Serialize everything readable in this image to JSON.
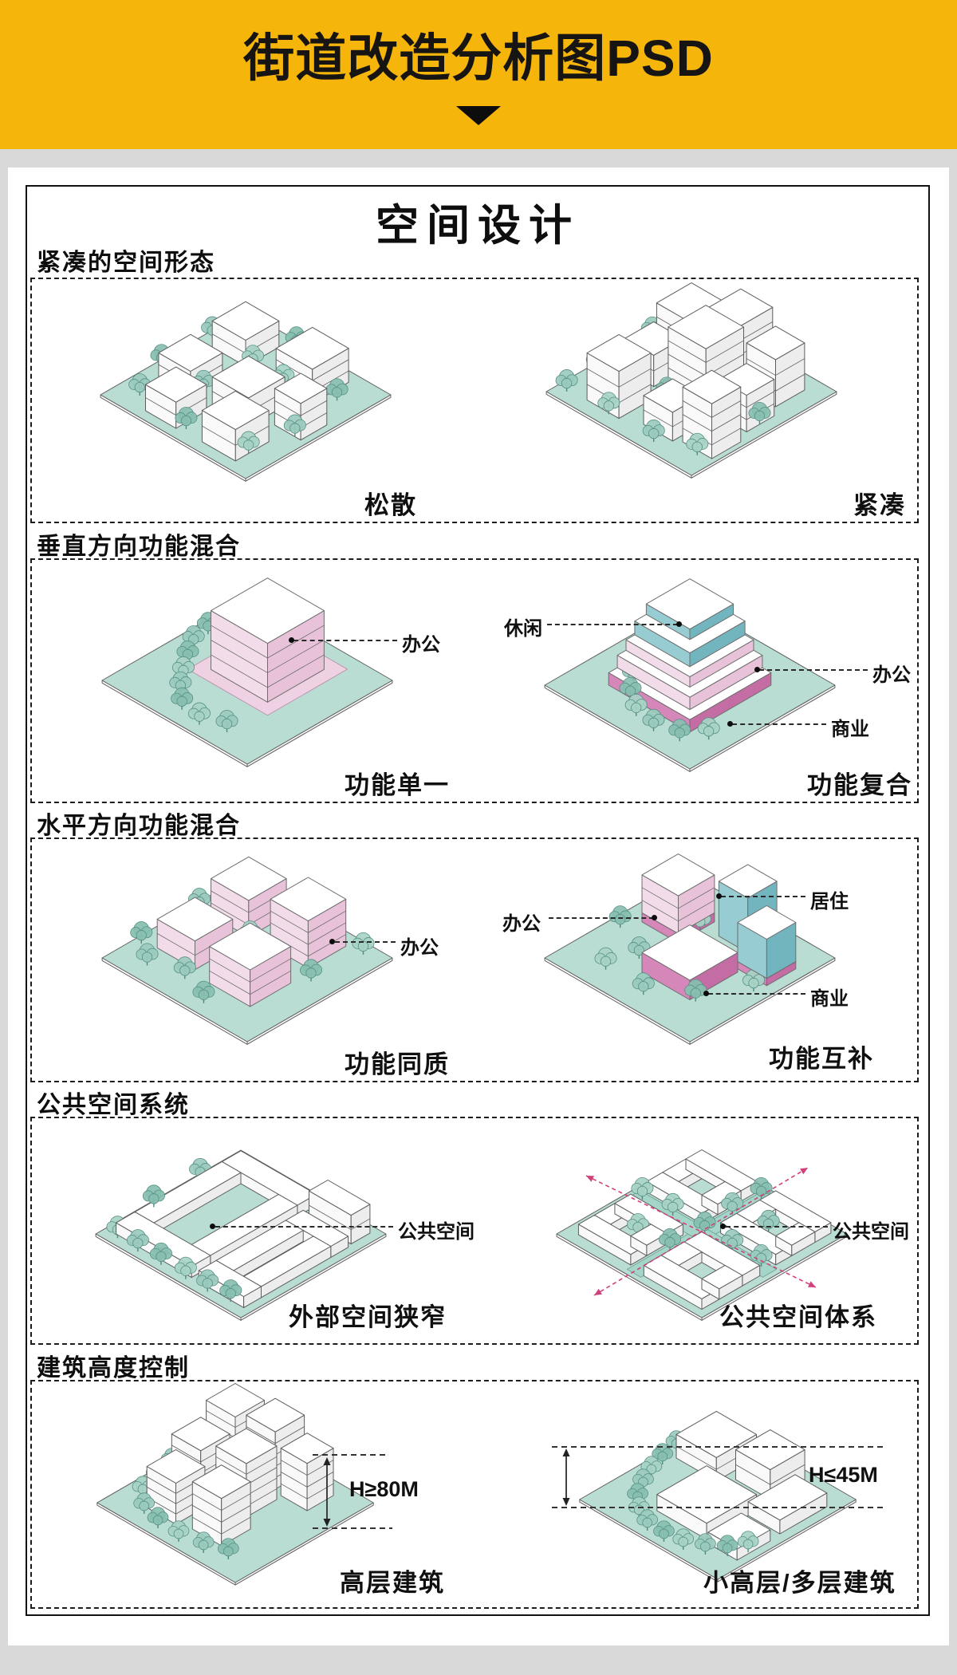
{
  "banner": {
    "title": "街道改造分析图PSD"
  },
  "page": {
    "title": "空间设计"
  },
  "sections": [
    {
      "heading": "紧凑的空间形态",
      "left": {
        "caption": "松散",
        "callouts": []
      },
      "right": {
        "caption": "紧凑",
        "callouts": []
      }
    },
    {
      "heading": "垂直方向功能混合",
      "left": {
        "caption": "功能单一",
        "callouts": [
          "办公"
        ]
      },
      "right": {
        "caption": "功能复合",
        "callouts": [
          "休闲",
          "办公",
          "商业"
        ]
      }
    },
    {
      "heading": "水平方向功能混合",
      "left": {
        "caption": "功能同质",
        "callouts": [
          "办公"
        ]
      },
      "right": {
        "caption": "功能互补",
        "callouts": [
          "办公",
          "居住",
          "商业"
        ]
      }
    },
    {
      "heading": "公共空间系统",
      "left": {
        "caption": "外部空间狭窄",
        "callouts": [
          "公共空间"
        ]
      },
      "right": {
        "caption": "公共空间体系",
        "callouts": [
          "公共空间"
        ]
      }
    },
    {
      "heading": "建筑高度控制",
      "left": {
        "caption": "高层建筑",
        "callouts": [
          "H≥80M"
        ]
      },
      "right": {
        "caption": "小高层/多层建筑",
        "callouts": [
          "H≤45M"
        ]
      }
    }
  ],
  "colors": {
    "banner_yellow": "#F5B50A",
    "ground_teal": "#B9DCD3",
    "building_pink": "#F3DCEA",
    "commercial_magenta": "#C96FA8",
    "residential_teal": "#74B6C0",
    "arrow_pink": "#D0417B"
  }
}
